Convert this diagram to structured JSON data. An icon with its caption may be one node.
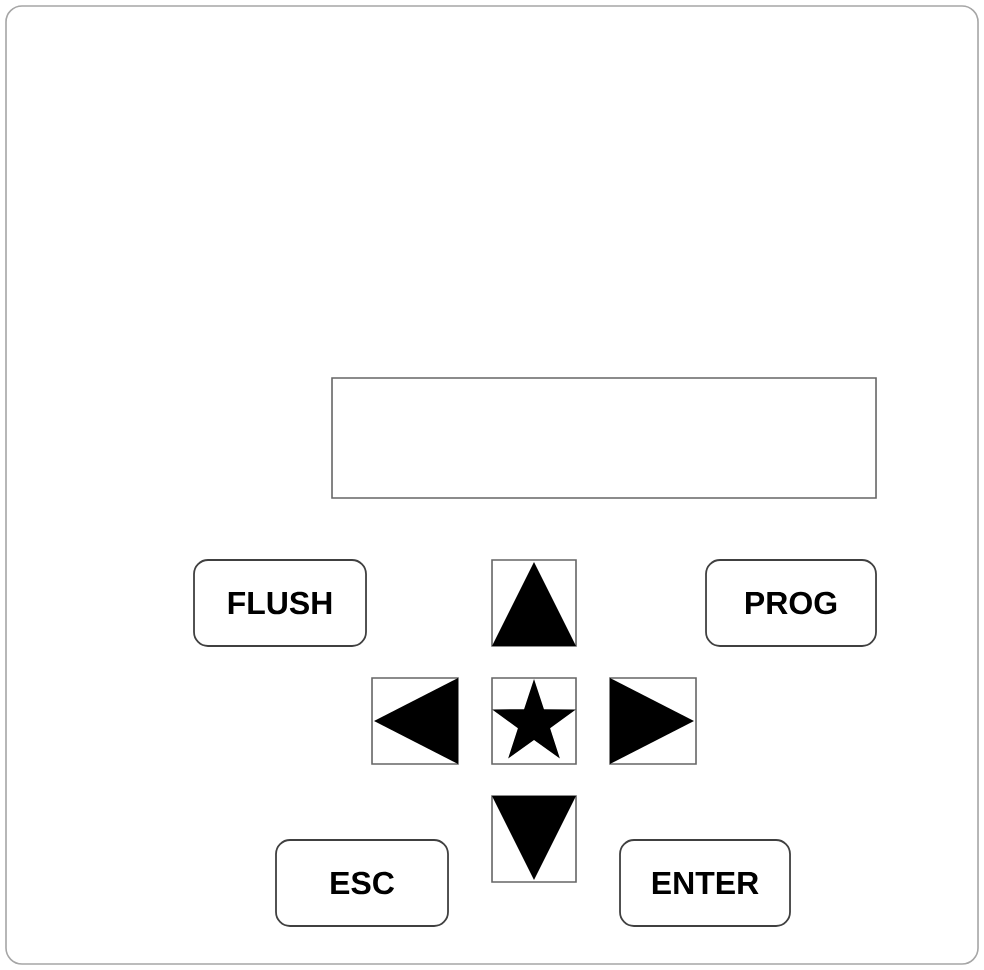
{
  "diagram": {
    "nodes": [
      {
        "text": [],
        "shape": "box"
      },
      {
        "text": [],
        "shape": "box",
        "in": 0
      },
      {
        "text": [
          "FLUSH"
        ],
        "in": 0
      },
      {
        "text": [],
        "shape": "box",
        "in": 0
      },
      {
        "text": [
          "PROG"
        ],
        "in": 0
      },
      {
        "text": [],
        "shape": "box",
        "in": 0
      },
      {
        "text": [],
        "shape": "box",
        "in": 0
      },
      {
        "text": [],
        "shape": "box",
        "in": 0
      },
      {
        "text": [],
        "shape": "box",
        "in": 0
      },
      {
        "text": [
          "ESC"
        ],
        "in": 0
      },
      {
        "text": [
          "ENTER"
        ],
        "in": 0
      }
    ]
  }
}
